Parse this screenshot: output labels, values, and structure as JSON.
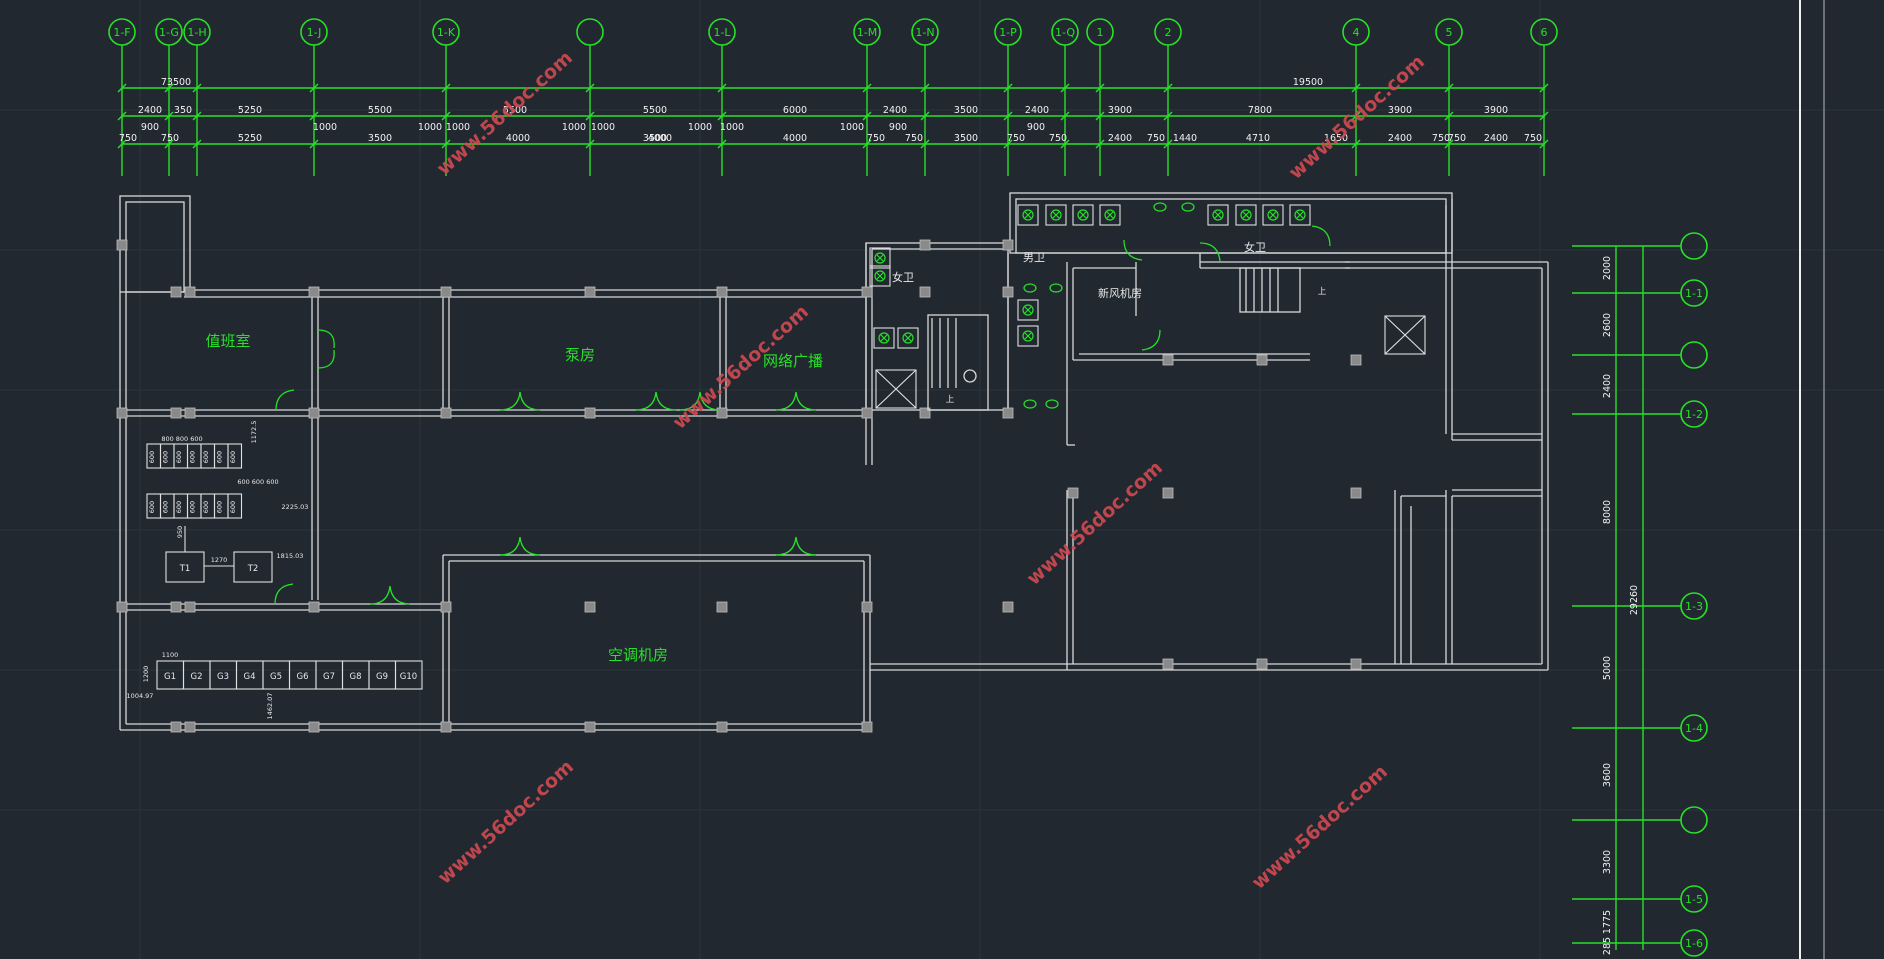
{
  "col_axes": [
    {
      "label": "1-F"
    },
    {
      "label": "1-G"
    },
    {
      "label": "1-H"
    },
    {
      "label": "1-J"
    },
    {
      "label": "1-K"
    },
    {
      "label": ""
    },
    {
      "label": "1-L"
    },
    {
      "label": "1-M"
    },
    {
      "label": "1-N"
    },
    {
      "label": "1-P"
    },
    {
      "label": "1-Q"
    },
    {
      "label": "1"
    },
    {
      "label": "2"
    },
    {
      "label": "4"
    },
    {
      "label": "5"
    },
    {
      "label": "6"
    }
  ],
  "row_axes": [
    {
      "label": ""
    },
    {
      "label": "1-1"
    },
    {
      "label": ""
    },
    {
      "label": "1-2"
    },
    {
      "label": "1-3"
    },
    {
      "label": "1-4"
    },
    {
      "label": ""
    },
    {
      "label": "1-5"
    },
    {
      "label": "1-6"
    }
  ],
  "dims_total": [
    "73500",
    "19500"
  ],
  "dims_row1": [
    "2400",
    "350",
    "5250",
    "5500",
    "5500",
    "5500",
    "6000",
    "2400",
    "3500",
    "2400",
    "3900",
    "7800",
    "3900",
    "3900"
  ],
  "dims_row1_labels": [
    "900",
    "1000",
    "1000",
    "1000",
    "1000",
    "1000",
    "1000",
    "1000",
    "1000",
    "900",
    "900"
  ],
  "dims_row2": [
    "750",
    "750",
    "5250",
    "3500",
    "4000",
    "4000",
    "3500",
    "4000",
    "750",
    "750",
    "3500",
    "750",
    "750",
    "2400",
    "750",
    "1440",
    "4710",
    "1650",
    "2400",
    "750",
    "750",
    "2400",
    "750"
  ],
  "dims_vertical": [
    "2000",
    "2600",
    "2400",
    "8000",
    "5000",
    "3600",
    "3300",
    "1775",
    "285"
  ],
  "dims_vertical_total": "29260",
  "rooms": {
    "duty_room": "值班室",
    "pump_room": "泵房",
    "network_broadcast": "网络广播",
    "ac_room": "空调机房",
    "female_wc_1": "女卫",
    "male_wc": "男卫",
    "fresh_air_room": "新风机房",
    "female_wc_2": "女卫",
    "stair_up_1": "上",
    "stair_up_2": "上"
  },
  "equipment": {
    "transformers": [
      "T1",
      "T2"
    ],
    "switchgear": [
      "G1",
      "G2",
      "G3",
      "G4",
      "G5",
      "G6",
      "G7",
      "G8",
      "G9",
      "G10"
    ],
    "panel_labels": [
      "600",
      "600",
      "600",
      "600",
      "600",
      "600",
      "600",
      "600",
      "600",
      "600",
      "600",
      "600",
      "600",
      "600"
    ],
    "annotations": {
      "t_gap": "1270",
      "t_right": "1815.03",
      "g_width": "1100",
      "g_height": "1200",
      "g_left": "1004.97",
      "g_bottom": "1462.07",
      "p_right": "2225.03",
      "p_top": "1172.5",
      "p_gap": "950",
      "panel_dims_a": "800 800 600",
      "panel_dims_b": "600 600 600"
    }
  },
  "watermarks": [
    "www.56doc.com",
    "www.56doc.com",
    "www.56doc.com",
    "www.56doc.com",
    "www.56doc.com",
    "www.56doc.com",
    "www.56doc.com"
  ],
  "colors": {
    "background": "#212830",
    "axis": "#28e028",
    "wall": "#d8d8d8",
    "watermark": "#d24a52"
  }
}
